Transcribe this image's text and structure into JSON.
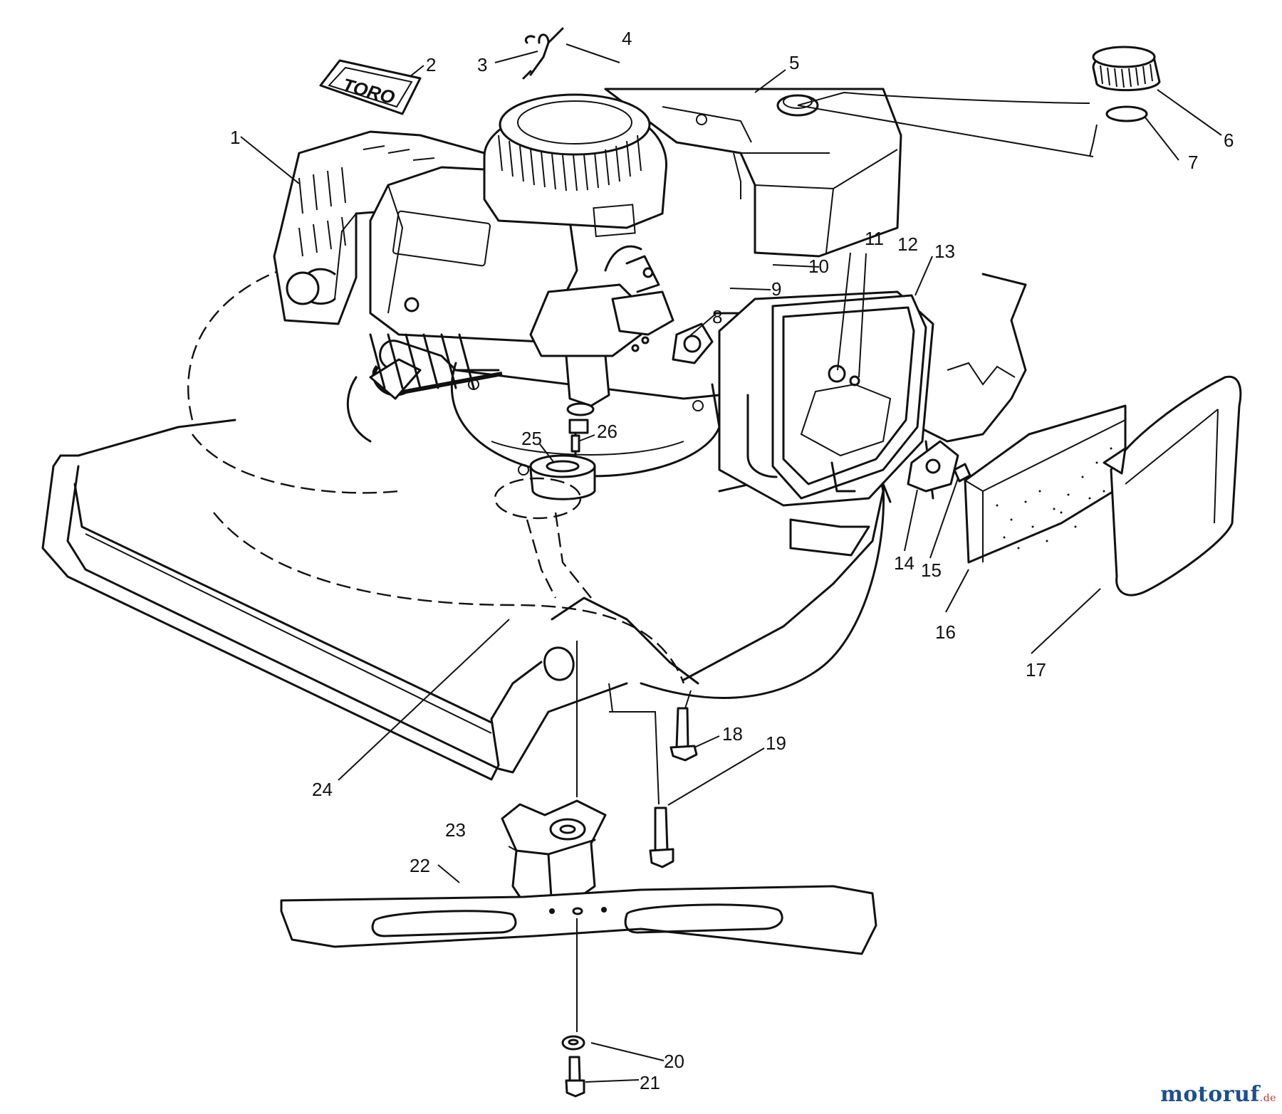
{
  "diagram": {
    "badge_text": "TORO",
    "labels": {
      "p1": "1",
      "p2": "2",
      "p3": "3",
      "p4": "4",
      "p5": "5",
      "p6": "6",
      "p7": "7",
      "p8": "8",
      "p9": "9",
      "p10": "10",
      "p11": "11",
      "p12": "12",
      "p13": "13",
      "p14": "14",
      "p15": "15",
      "p16": "16",
      "p17": "17",
      "p18": "18",
      "p19": "19",
      "p20": "20",
      "p21": "21",
      "p22": "22",
      "p23": "23",
      "p24": "24",
      "p25": "25",
      "p26": "26"
    }
  },
  "watermark": {
    "text": "motoruf",
    "suffix": ".de"
  }
}
